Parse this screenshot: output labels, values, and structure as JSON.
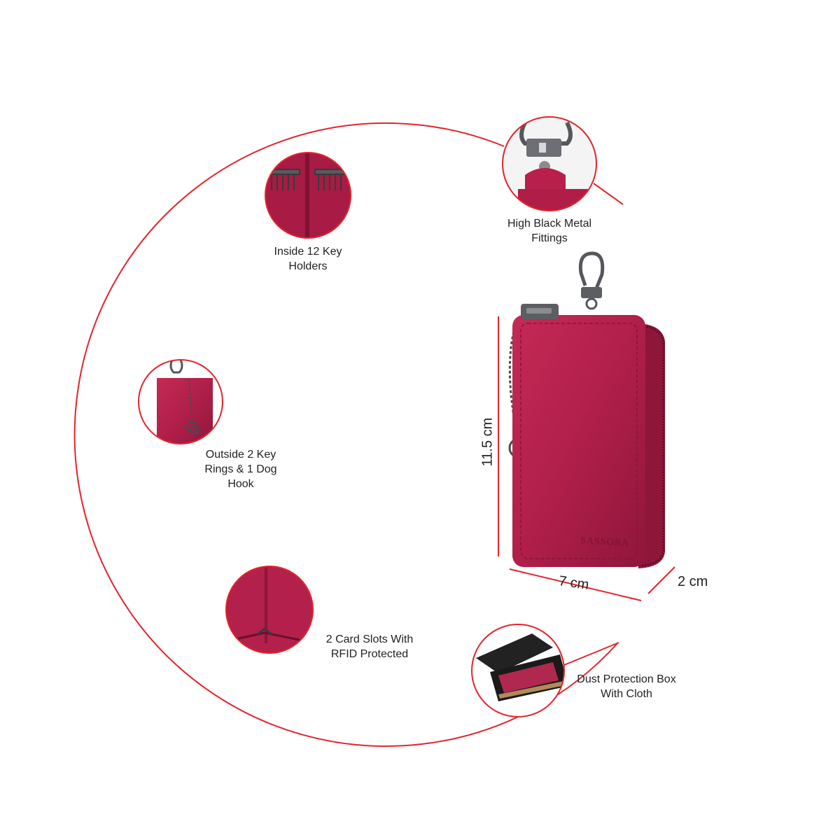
{
  "colors": {
    "accent_line": "#e3242b",
    "product": "#b81f4a",
    "product_dark": "#8e1638",
    "metal": "#4a4a4e"
  },
  "brand_emboss": "SASSORA",
  "features": [
    {
      "icon": "key-holders-icon",
      "lines": [
        "Inside 12 Key",
        "Holders"
      ]
    },
    {
      "icon": "metal-hook-icon",
      "lines": [
        "High Black Metal",
        "Fittings"
      ]
    },
    {
      "icon": "key-rings-icon",
      "lines": [
        "Outside 2 Key",
        "Rings & 1 Dog",
        "Hook"
      ]
    },
    {
      "icon": "card-slot-icon",
      "lines": [
        "2 Card Slots With",
        "RFID Protected"
      ]
    },
    {
      "icon": "gift-box-icon",
      "lines": [
        "Dust Protection Box",
        "With Cloth"
      ]
    }
  ],
  "dimensions": {
    "height": "11.5 cm",
    "width": "7 cm",
    "depth": "2 cm"
  }
}
